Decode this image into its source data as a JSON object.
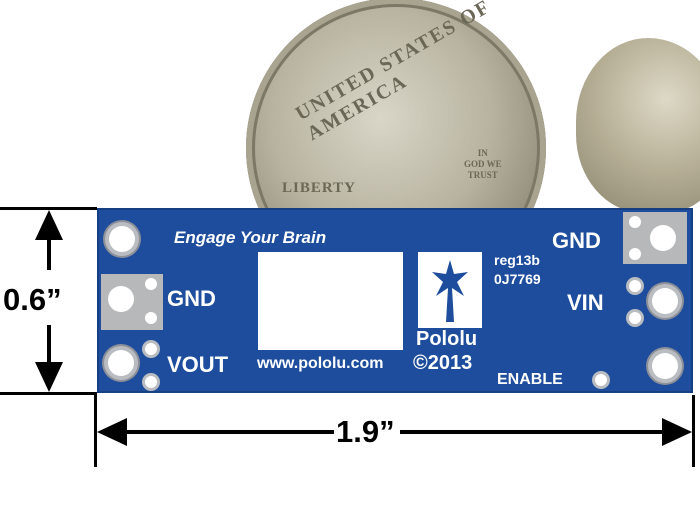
{
  "coin": {
    "top_text": "UNITED STATES OF AMERICA",
    "liberty": "LIBERTY",
    "motto": [
      "IN",
      "GOD WE",
      "TRUST"
    ]
  },
  "board": {
    "slogan": "Engage Your Brain",
    "url": "www.pololu.com",
    "brand": "Pololu",
    "copyright": "©2013",
    "part": "reg13b",
    "serial": "0J7769",
    "pins_left": [
      "GND",
      "VOUT"
    ],
    "pins_right": [
      "GND",
      "VIN",
      "ENABLE"
    ],
    "color": "#1d4d9c"
  },
  "dimensions": {
    "height": "0.6”",
    "width": "1.9”"
  }
}
